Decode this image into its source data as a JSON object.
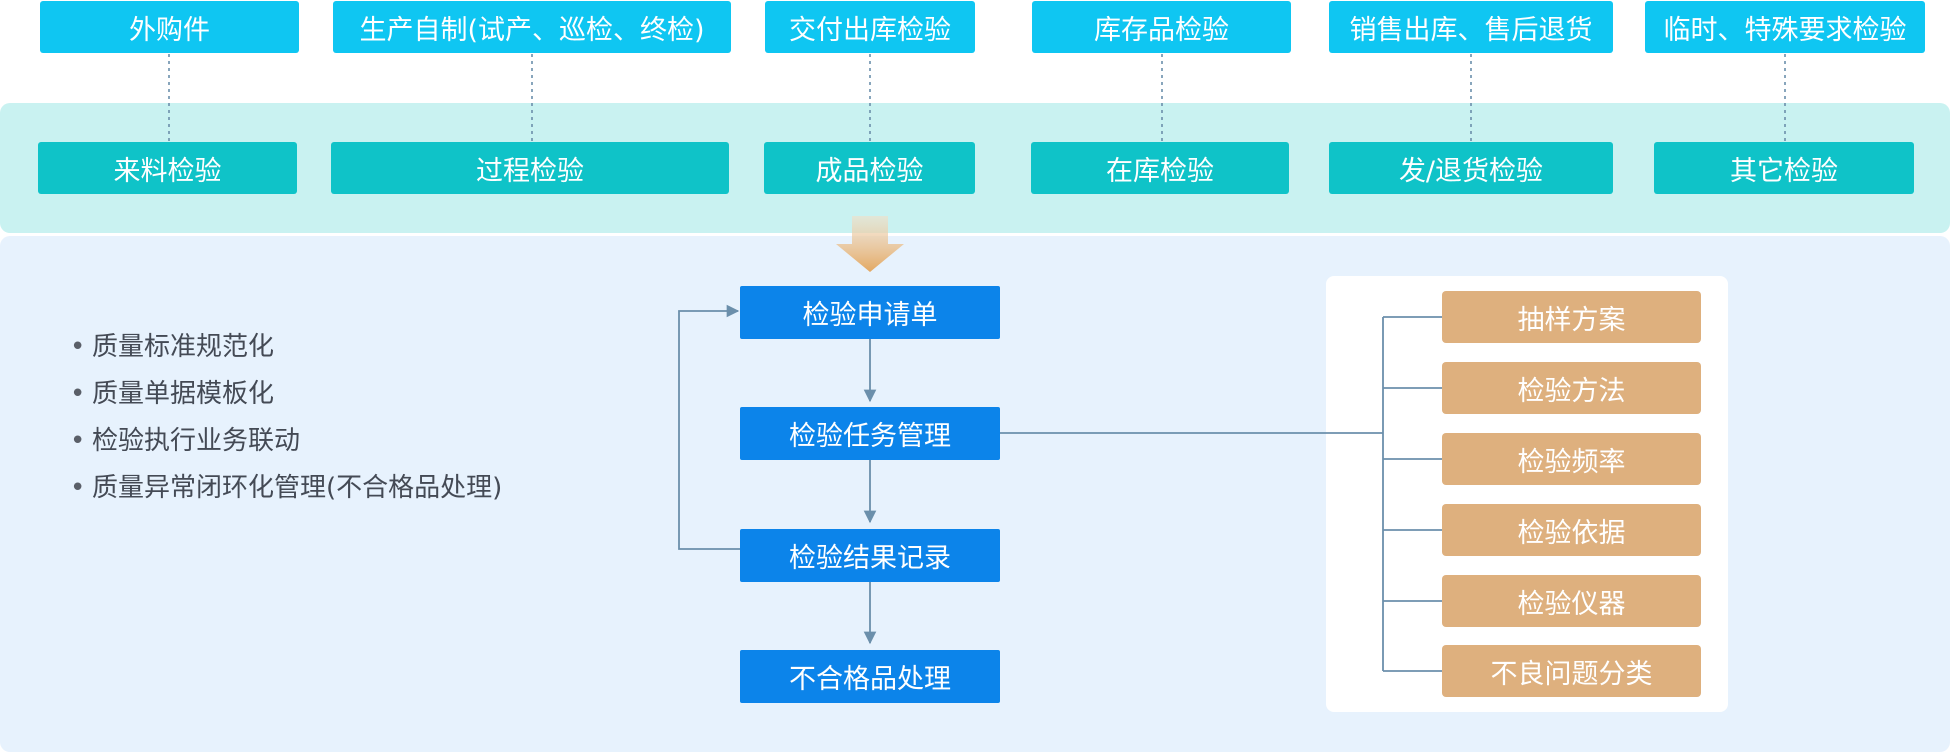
{
  "sources": [
    "外购件",
    "生产自制(试产、巡检、终检)",
    "交付出库检验",
    "库存品检验",
    "销售出库、售后退货",
    "临时、特殊要求检验"
  ],
  "categories": [
    "来料检验",
    "过程检验",
    "成品检验",
    "在库检验",
    "发/退货检验",
    "其它检验"
  ],
  "features": [
    "质量标准规范化",
    "质量单据模板化",
    "检验执行业务联动",
    "质量异常闭环化管理(不合格品处理)"
  ],
  "flow_steps": [
    "检验申请单",
    "检验任务管理",
    "检验结果记录",
    "不合格品处理"
  ],
  "task_config": [
    "抽样方案",
    "检验方法",
    "检验频率",
    "检验依据",
    "检验仪器",
    "不良问题分类"
  ],
  "colors": {
    "source_box": "#0fc6f2",
    "category_box": "#0fc3c8",
    "flow_box": "#0c84ea",
    "config_box": "#deb07e",
    "top_band": "#c9f2f1",
    "main_band": "#e7f2fd",
    "connector": "#6b8fab"
  }
}
